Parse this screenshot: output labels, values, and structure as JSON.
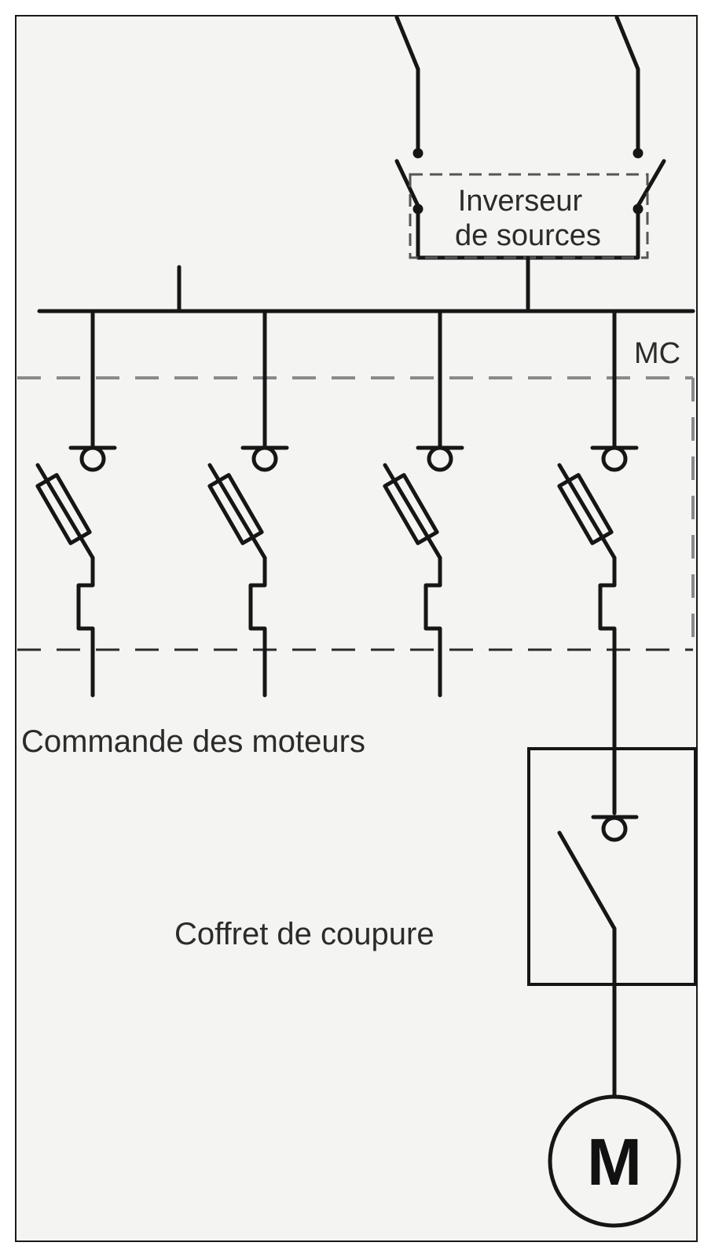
{
  "labels": {
    "inverseur_line1": "Inverseur",
    "inverseur_line2": "de sources",
    "mc": "MC",
    "commande": "Commande des moteurs",
    "coffret": "Coffret de coupure",
    "motor": "M"
  },
  "colors": {
    "background": "#f4f4f2",
    "frame": "#1a1a1a",
    "line": "#161616",
    "dashed": "#8a8a8a",
    "text": "#2b2b2b"
  },
  "icons": {
    "fuse_switch": "fuse-disconnector-icon",
    "switch": "disconnect-switch-icon",
    "motor": "motor-icon"
  }
}
